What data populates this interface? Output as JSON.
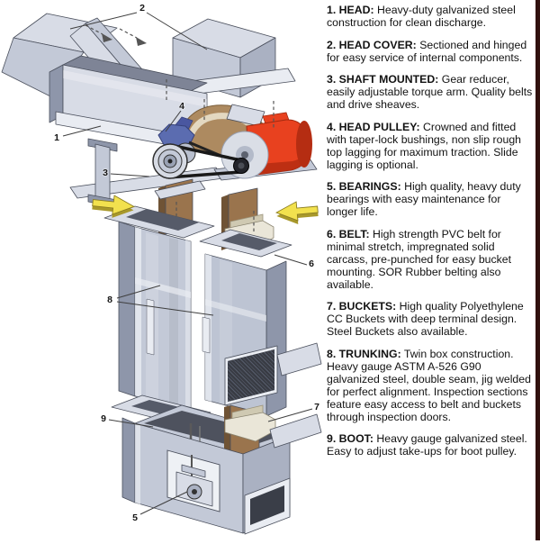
{
  "page": {
    "background": "#ffffff",
    "edge_strip_color": "#31110e"
  },
  "parts_list": [
    {
      "heading": "1. HEAD:",
      "body": "Heavy-duty galvanized steel construction for clean discharge."
    },
    {
      "heading": "2. HEAD COVER:",
      "body": "Sectioned and hinged for easy service of internal components."
    },
    {
      "heading": "3. SHAFT MOUNTED:",
      "body": "Gear reducer, easily adjustable torque arm. Quality belts and drive sheaves."
    },
    {
      "heading": "4. HEAD PULLEY:",
      "body": "Crowned and fitted with taper-lock bushings, non slip rough top lagging for maximum traction. Slide lagging is optional."
    },
    {
      "heading": "5. BEARINGS:",
      "body": "High quality, heavy duty bearings with easy maintenance for longer life."
    },
    {
      "heading": "6. BELT:",
      "body": "High strength PVC belt for minimal stretch, impregnated solid carcass, pre-punched for easy bucket mounting. SOR Rubber belting also available."
    },
    {
      "heading": "7. BUCKETS:",
      "body": "High quality Polyethylene CC Buckets with deep terminal design. Steel Buckets also available."
    },
    {
      "heading": "8. TRUNKING:",
      "body": "Twin box construction. Heavy gauge ASTM A-526 G90 galvanized steel, double seam, jig welded for perfect alignment. Inspection sections feature easy access to belt and buckets through inspection doors."
    },
    {
      "heading": "9. BOOT:",
      "body": "Heavy gauge galvanized steel. Easy to adjust take-ups for boot pulley."
    }
  ],
  "diagram": {
    "description": "Exploded isometric view of a bucket elevator",
    "callouts": [
      {
        "label": "1"
      },
      {
        "label": "2"
      },
      {
        "label": "3"
      },
      {
        "label": "4"
      },
      {
        "label": "5"
      },
      {
        "label": "6"
      },
      {
        "label": "7"
      },
      {
        "label": "8"
      },
      {
        "label": "9"
      }
    ],
    "colors": {
      "steel_light": "#d8dce6",
      "steel_mid": "#c3c9d7",
      "steel_dark": "#8e96aa",
      "belt_brown": "#9a744d",
      "belt_brown_dark": "#6f5335",
      "motor_red": "#e8411f",
      "motor_red_dark": "#b52d12",
      "reducer_blue": "#5b6cb0",
      "arrow_yellow": "#f2e14e",
      "arrow_yellow_dark": "#a8982b",
      "bucket_cream": "#eae6d8",
      "bucket_cream_dark": "#cfc9b2",
      "pulley_tan": "#ad8a60"
    }
  }
}
